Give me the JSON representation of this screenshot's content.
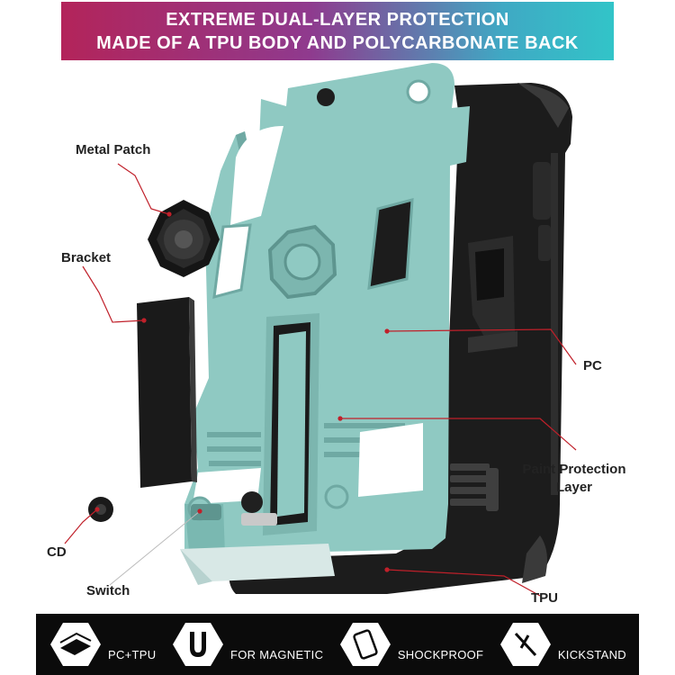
{
  "banner": {
    "line1": "EXTREME DUAL-LAYER PROTECTION",
    "line2": "MADE OF A TPU BODY AND POLYCARBONATE BACK"
  },
  "callouts": {
    "metal_patch": "Metal Patch",
    "bracket": "Bracket",
    "pc": "PC",
    "paint_protection_1": "Paint Protection",
    "paint_protection_2": "Layer",
    "cd": "CD",
    "switch": "Switch",
    "tpu": "TPU"
  },
  "features": [
    {
      "label": "PC+TPU",
      "icon": "layers-icon"
    },
    {
      "label": "FOR MAGNETIC",
      "icon": "magnet-icon"
    },
    {
      "label": "SHOCKPROOF",
      "icon": "phone-shock-icon"
    },
    {
      "label": "KICKSTAND",
      "icon": "kickstand-icon"
    }
  ],
  "colors": {
    "case_mint": "#8fc9c2",
    "case_shadow": "#6fa9a3",
    "tpu_black": "#1a1a1a",
    "leader_red": "#c0202a",
    "footer_bg": "#0b0b0b"
  }
}
